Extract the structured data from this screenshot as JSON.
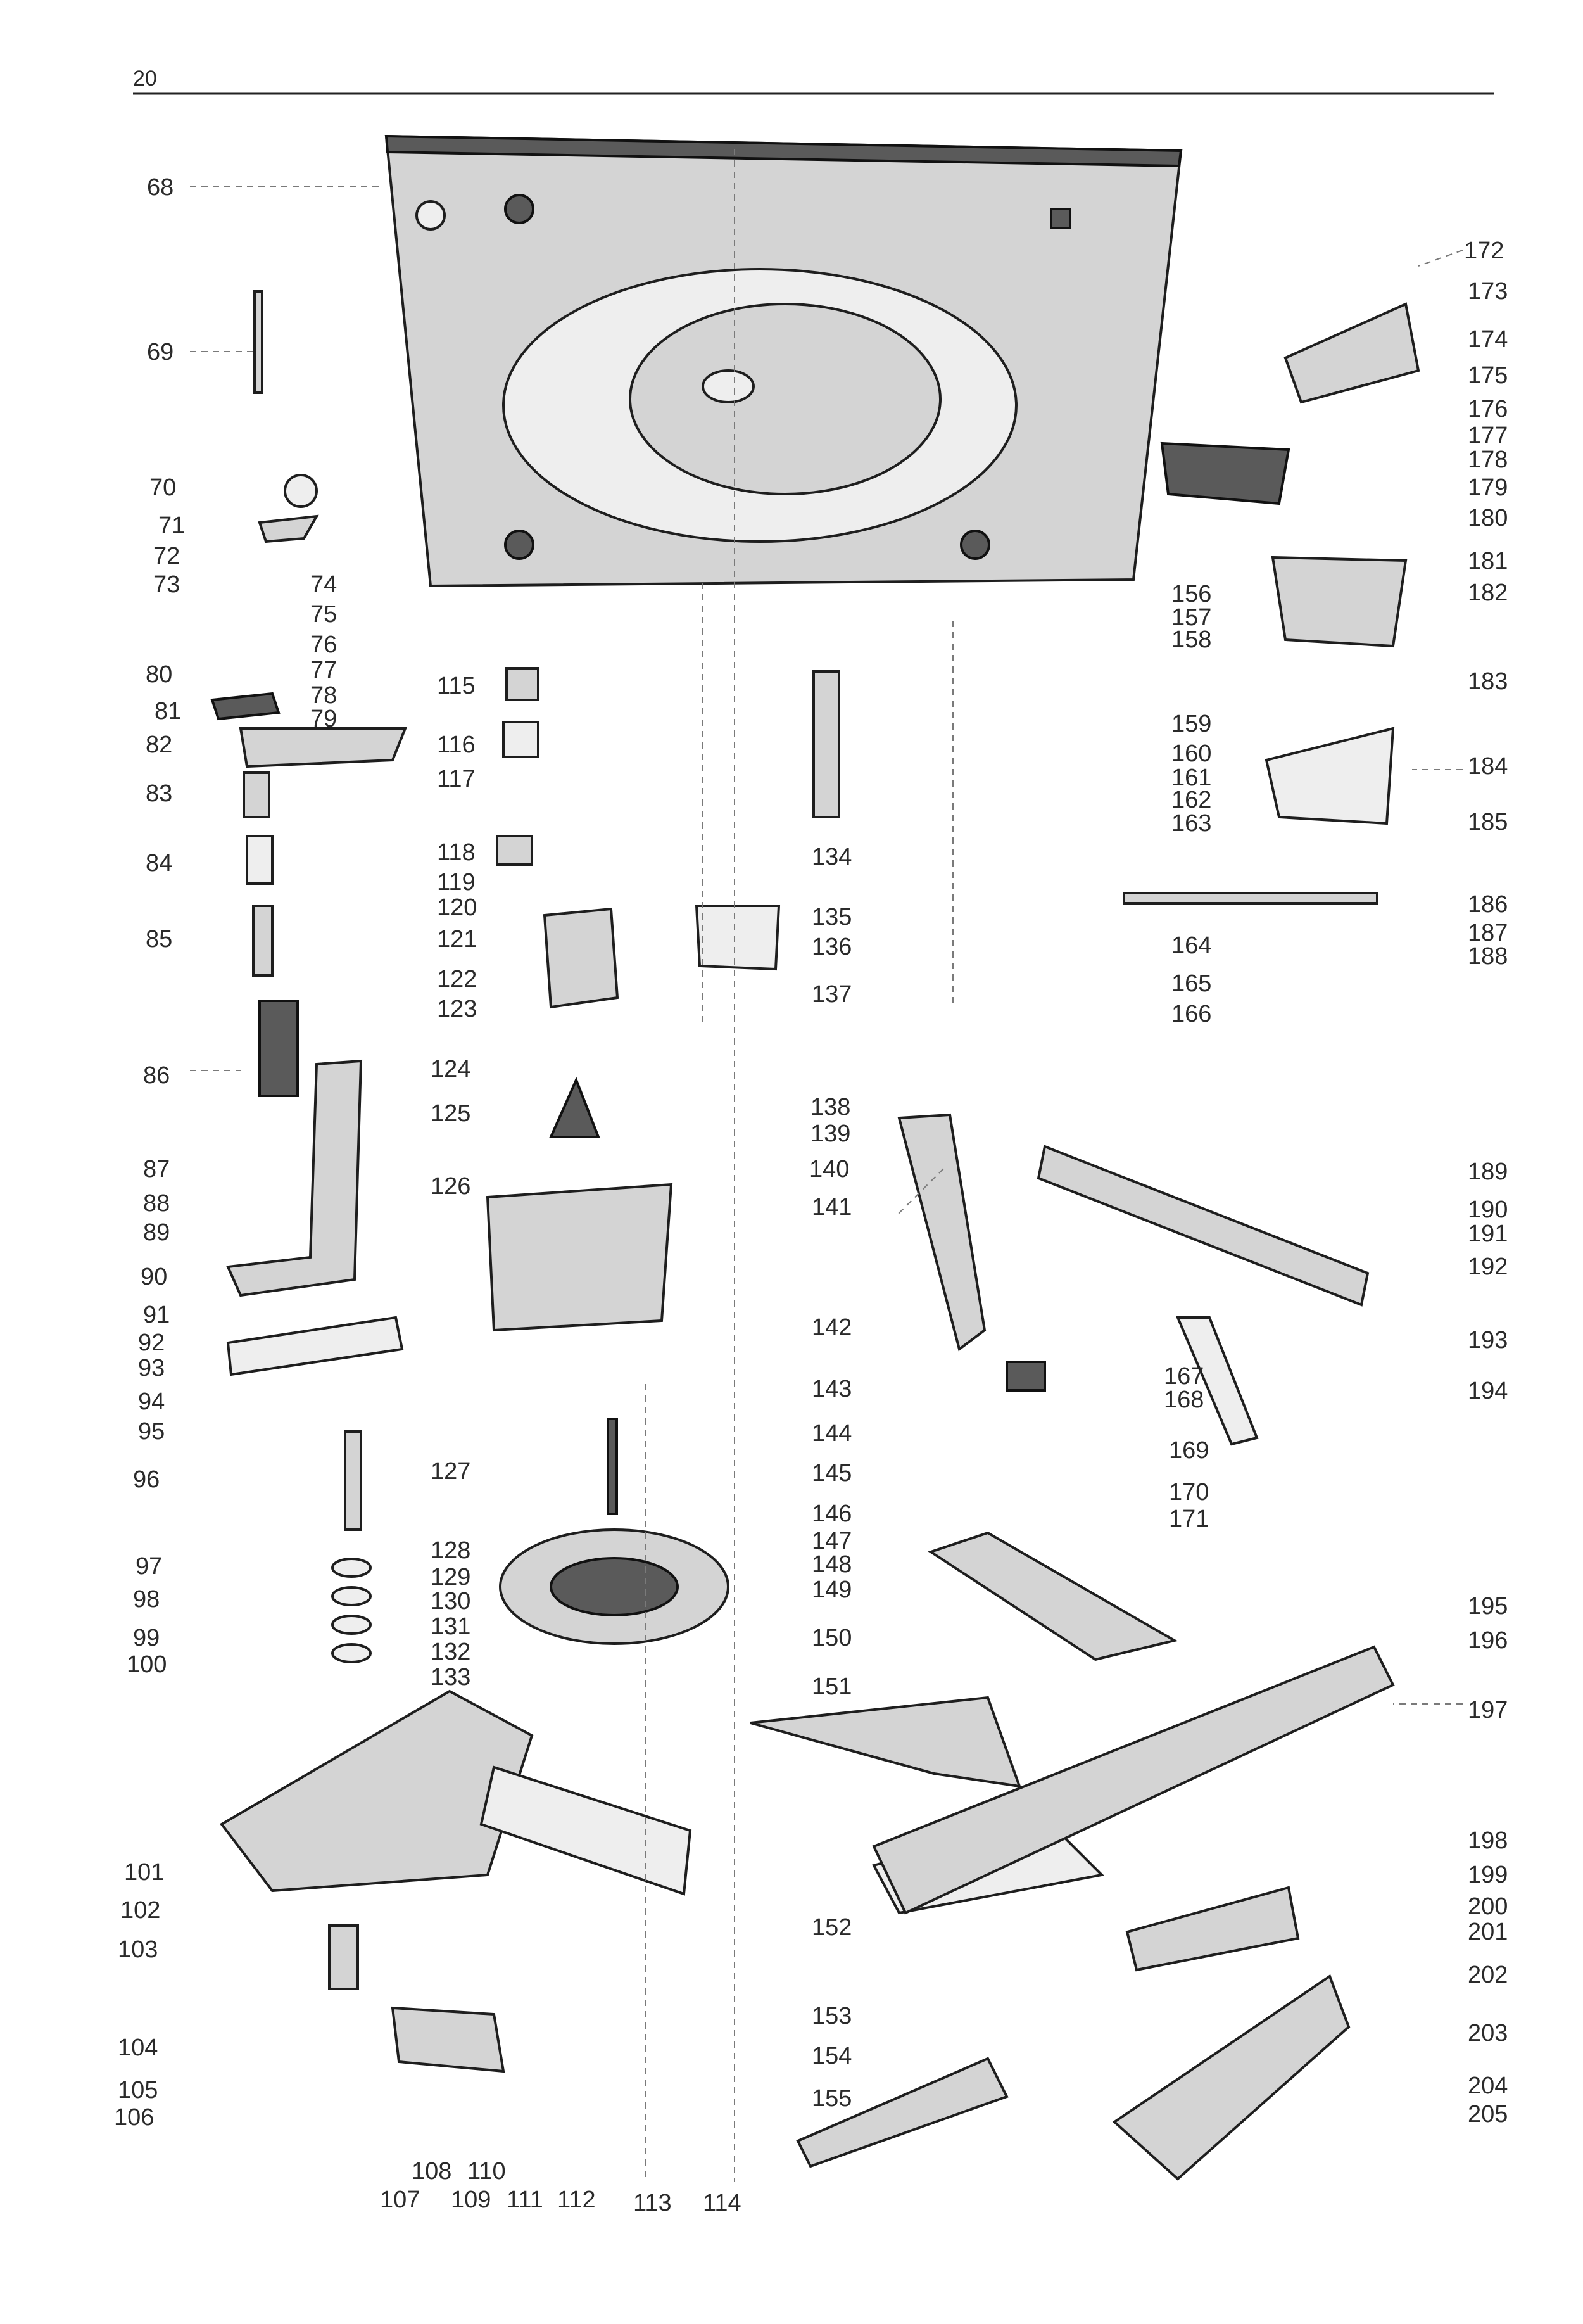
{
  "page": {
    "number": "20"
  },
  "labels": {
    "left_col": [
      "68",
      "69",
      "70",
      "71",
      "72",
      "73",
      "80",
      "81",
      "82",
      "83",
      "84",
      "85",
      "86",
      "87",
      "88",
      "89",
      "90",
      "91",
      "92",
      "93",
      "94",
      "95",
      "96",
      "97",
      "98",
      "99",
      "100",
      "101",
      "102",
      "103",
      "104",
      "105",
      "106"
    ],
    "inner_left": [
      "74",
      "75",
      "76",
      "77",
      "78",
      "79",
      "115",
      "116",
      "117",
      "118",
      "119",
      "120",
      "121",
      "122",
      "123",
      "124",
      "125",
      "126",
      "127",
      "128",
      "129",
      "130",
      "131",
      "132",
      "133"
    ],
    "bottom_row": [
      "107",
      "108",
      "109",
      "110",
      "111",
      "112",
      "113",
      "114"
    ],
    "center": [
      "134",
      "135",
      "136",
      "137",
      "138",
      "139",
      "140",
      "141",
      "142",
      "143",
      "144",
      "145",
      "146",
      "147",
      "148",
      "149",
      "150",
      "151",
      "152",
      "153",
      "154",
      "155"
    ],
    "center_right": [
      "156",
      "157",
      "158",
      "159",
      "160",
      "161",
      "162",
      "163",
      "164",
      "165",
      "166",
      "167",
      "168",
      "169",
      "170",
      "171"
    ],
    "right_col": [
      "172",
      "173",
      "174",
      "175",
      "176",
      "177",
      "178",
      "179",
      "180",
      "181",
      "182",
      "183",
      "184",
      "185",
      "186",
      "187",
      "188",
      "189",
      "190",
      "191",
      "192",
      "193",
      "194",
      "195",
      "196",
      "197",
      "198",
      "199",
      "200",
      "201",
      "202",
      "203",
      "204",
      "205"
    ]
  }
}
